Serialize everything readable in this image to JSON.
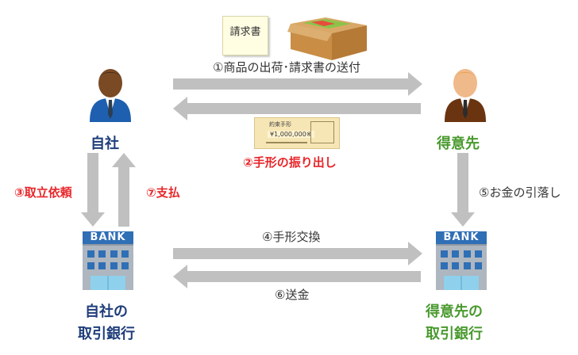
{
  "steps": {
    "s1": "①商品の出荷･請求書の送付",
    "s2": "②手形の振り出し",
    "s3": "③取立依頼",
    "s4": "④手形交換",
    "s5": "⑤お金の引落し",
    "s6": "⑥送金",
    "s7": "⑦支払"
  },
  "actors": {
    "self": "自社",
    "customer": "得意先",
    "self_bank_line1": "自社の",
    "self_bank_line2": "取引銀行",
    "customer_bank_line1": "得意先の",
    "customer_bank_line2": "取引銀行"
  },
  "props": {
    "invoice": "請求書",
    "bank_sign": "BANK",
    "bill_title": "約束手形",
    "bill_amount": "¥1,000,000※"
  },
  "colors": {
    "arrow": "#c0c0c0",
    "red_label": "#e8262a",
    "self_text": "#1f3d7a",
    "customer_text": "#4a9a2f"
  }
}
